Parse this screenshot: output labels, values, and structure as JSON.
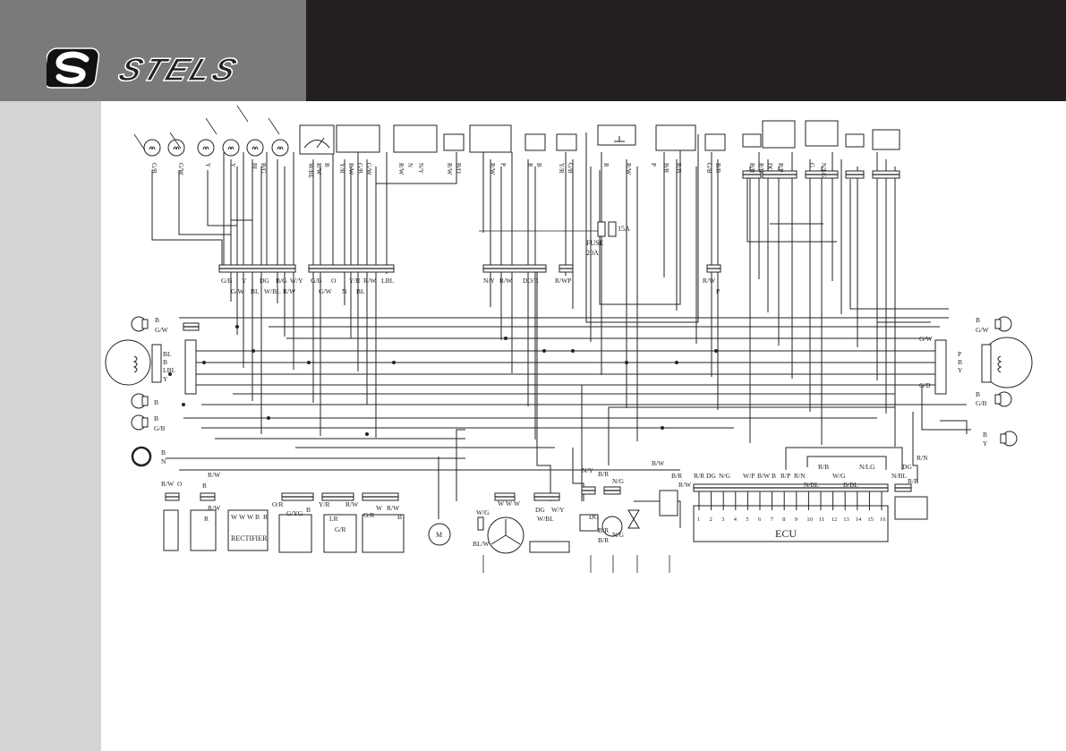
{
  "brand": "STELS",
  "colors": {
    "header_grey": "#7b797a",
    "header_dark": "#231f20",
    "sidebar": "#d4d4d4",
    "line": "#222222"
  },
  "left_lamps": {
    "turn_front_top": [
      "B",
      "G/W"
    ],
    "headlight": [
      "BL",
      "B",
      "LBL",
      "Y"
    ],
    "turn_mid": [
      "B"
    ],
    "turn_bottom": [
      "B",
      "G/B"
    ],
    "horn": [
      "B",
      "N"
    ]
  },
  "right_lamps": {
    "turn_top": [
      "B",
      "G/W"
    ],
    "connector_in": [
      "G/W",
      "G/B"
    ],
    "taillight": [
      "P",
      "B",
      "Y"
    ],
    "turn_bottom": [
      "B",
      "G/B"
    ],
    "plate_light": [
      "B",
      "Y"
    ]
  },
  "connectors": [
    {
      "top": [
        "G/B",
        "Y",
        "DG",
        "B/G",
        "W/Y"
      ],
      "bottom": [
        "G/W",
        "BL",
        "W/BL",
        "R/W"
      ]
    },
    {
      "top": [
        "G/B",
        "O",
        "Y/R",
        "R/W",
        "LBL"
      ],
      "bottom": [
        "G/W",
        "N",
        "BL"
      ]
    },
    {
      "top": [
        "N/Y",
        "R/W",
        "DO/R"
      ],
      "bottom": []
    },
    {
      "top": [
        "R/WP"
      ],
      "bottom": []
    },
    {
      "top": [
        "R/W"
      ],
      "bottom": [
        "P"
      ]
    }
  ],
  "top_wires": [
    "G/B",
    "G/W",
    "Y",
    "Y",
    "BL",
    "B/G",
    "W/BL",
    "R/W",
    "B",
    "Y/R",
    "R/W",
    "G/B",
    "G/W",
    "R/W",
    "N",
    "N/Y",
    "R/W",
    "B/O",
    "R/W",
    "P",
    "R",
    "B",
    "Y/R",
    "G/B",
    "R",
    "R/W",
    "P",
    "B/R",
    "R/B",
    "G/B",
    "B/R",
    "B/R",
    "R/R",
    "DG",
    "R/P",
    "G",
    "N/LG"
  ],
  "fuse": {
    "title": "FUSE",
    "main": "20A",
    "secondary": "15A"
  },
  "bottom_labels": [
    "R/W",
    "O",
    "R",
    "R/W",
    "R",
    "R/W",
    "W",
    "W",
    "W",
    "B",
    "R",
    "O/R",
    "G/YG",
    "B",
    "Y/R",
    "LR",
    "G/R",
    "R/W",
    "G/R",
    "W",
    "R/W",
    "B",
    "W/G",
    "BL/W",
    "W",
    "W",
    "W",
    "DG",
    "W/Y",
    "W/BL",
    "N/Y",
    "B/R",
    "DG",
    "B/R",
    "N/G",
    "B/R",
    "N/G",
    "B/W",
    "B/R"
  ],
  "rectifier": "RECTIFIER",
  "motor": "M",
  "ecu": {
    "label": "ECU",
    "pins": [
      "1",
      "2",
      "3",
      "4",
      "5",
      "6",
      "7",
      "8",
      "9",
      "10",
      "11",
      "12",
      "13",
      "14",
      "15",
      "16"
    ],
    "wires": [
      "R/W",
      "R/R",
      "DG",
      "N/G",
      "W/P",
      "B/W",
      "B",
      "R/P",
      "R/N",
      "N/BL",
      "R/B",
      "W/G",
      "B/BL",
      "N/LG"
    ],
    "aux_wires": [
      "N/BL",
      "DG",
      "R/P",
      "R/N"
    ]
  }
}
